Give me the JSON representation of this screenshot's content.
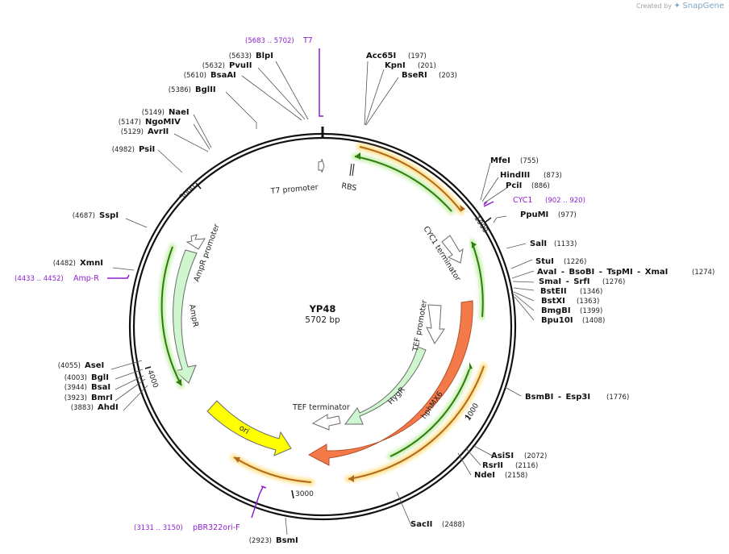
{
  "branding": {
    "created_by": "Created by",
    "app": "SnapGene"
  },
  "map": {
    "name": "YP48",
    "length_label": "5702 bp",
    "length": 5702,
    "ticks": [
      "1000",
      "2000",
      "3000",
      "4000",
      "5000"
    ]
  },
  "enzymes": [
    {
      "name": "BlpI",
      "pos": "(5633)"
    },
    {
      "name": "PvuII",
      "pos": "(5632)"
    },
    {
      "name": "BsaAI",
      "pos": "(5610)"
    },
    {
      "name": "BglII",
      "pos": "(5386)"
    },
    {
      "name": "NaeI",
      "pos": "(5149)"
    },
    {
      "name": "NgoMIV",
      "pos": "(5147)"
    },
    {
      "name": "AvrII",
      "pos": "(5129)"
    },
    {
      "name": "PsiI",
      "pos": "(4982)"
    },
    {
      "name": "SspI",
      "pos": "(4687)"
    },
    {
      "name": "XmnI",
      "pos": "(4482)"
    },
    {
      "name": "AseI",
      "pos": "(4055)"
    },
    {
      "name": "BglI",
      "pos": "(4003)"
    },
    {
      "name": "BsaI",
      "pos": "(3944)"
    },
    {
      "name": "BmrI",
      "pos": "(3923)"
    },
    {
      "name": "AhdI",
      "pos": "(3883)"
    },
    {
      "name": "BsmI",
      "pos": "(2923)"
    },
    {
      "name": "Acc65I",
      "pos": "(197)"
    },
    {
      "name": "KpnI",
      "pos": "(201)"
    },
    {
      "name": "BseRI",
      "pos": "(203)"
    },
    {
      "name": "MfeI",
      "pos": "(755)"
    },
    {
      "name": "HindIII",
      "pos": "(873)"
    },
    {
      "name": "PciI",
      "pos": "(886)"
    },
    {
      "name": "PpuMI",
      "pos": "(977)"
    },
    {
      "name": "SalI",
      "pos": "(1133)"
    },
    {
      "name": "StuI",
      "pos": "(1226)"
    },
    {
      "name": "AvaI - BsoBI - TspMI - XmaI",
      "pos": "(1274)"
    },
    {
      "name": "SmaI - SrfI",
      "pos": "(1276)"
    },
    {
      "name": "BstEII",
      "pos": "(1346)"
    },
    {
      "name": "BstXI",
      "pos": "(1363)"
    },
    {
      "name": "BmgBI",
      "pos": "(1399)"
    },
    {
      "name": "Bpu10I",
      "pos": "(1408)"
    },
    {
      "name": "BsmBI - Esp3I",
      "pos": "(1776)"
    },
    {
      "name": "AsiSI",
      "pos": "(2072)"
    },
    {
      "name": "RsrII",
      "pos": "(2116)"
    },
    {
      "name": "NdeI",
      "pos": "(2158)"
    },
    {
      "name": "SacII",
      "pos": "(2488)"
    }
  ],
  "primers": [
    {
      "name": "T7",
      "range": "(5683 .. 5702)"
    },
    {
      "name": "CYC1",
      "range": "(902 .. 920)"
    },
    {
      "name": "Amp-R",
      "range": "(4433 .. 4452)"
    },
    {
      "name": "pBR322ori-F",
      "range": "(3131 .. 3150)"
    }
  ],
  "features": [
    {
      "name": "T7 promoter"
    },
    {
      "name": "RBS"
    },
    {
      "name": "CYC1 terminator"
    },
    {
      "name": "TEF promoter"
    },
    {
      "name": "HygR"
    },
    {
      "name": "hphMX6"
    },
    {
      "name": "TEF terminator"
    },
    {
      "name": "ori"
    },
    {
      "name": "AmpR"
    },
    {
      "name": "AmpR promoter"
    }
  ],
  "colors": {
    "backbone": "#111111",
    "primer": "#8b1fd0",
    "hphMX6": "#f57a4a",
    "HygR": "#cff7cf",
    "AmpR": "#cff7cf",
    "ori": "#ffff00",
    "orf_arrow_green": "#2f7d10",
    "orf_arrow_orange": "#c07020",
    "outline": "#6a6a6a"
  }
}
